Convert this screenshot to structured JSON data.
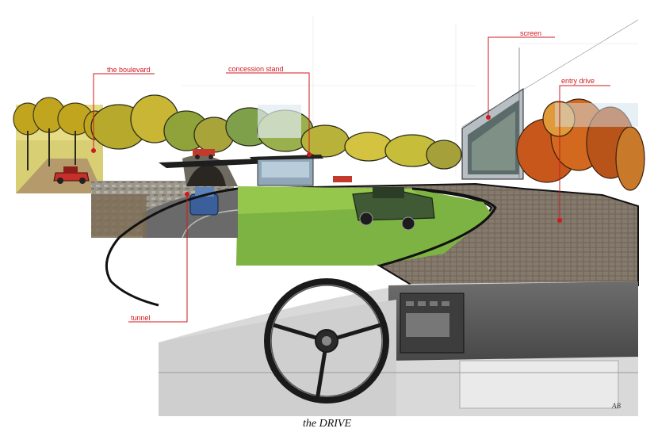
{
  "caption": "the DRIVE",
  "signature": "AB",
  "labels": {
    "boulevard": "the boulevard",
    "concession": "concession stand",
    "screen": "screen",
    "entry": "entry drive",
    "tunnel": "tunnel"
  },
  "colors": {
    "annotation": "#d0181f",
    "autumn_orange": "#d2691e",
    "foliage_yellow": "#c9b52a",
    "lawn_green": "#7cb342",
    "cobblestone": "#6e6458"
  }
}
